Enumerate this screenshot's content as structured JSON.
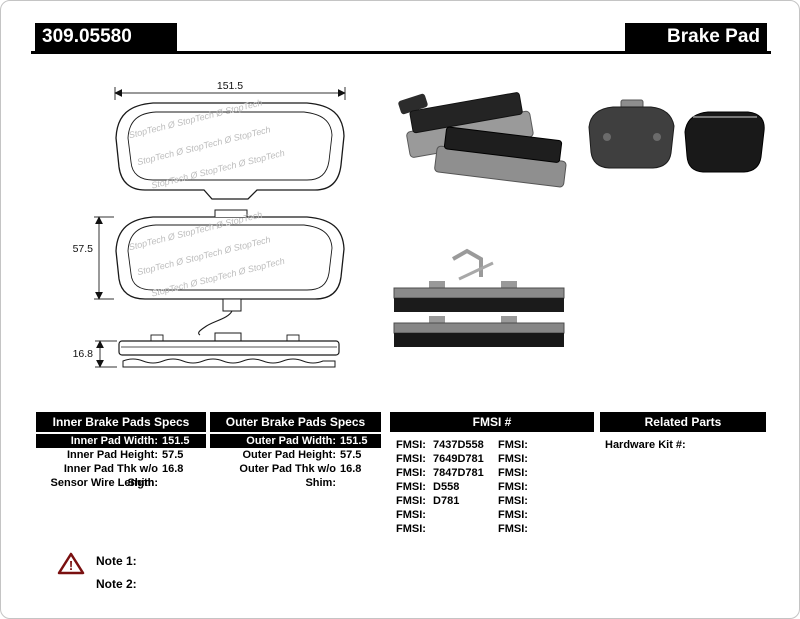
{
  "header": {
    "part_number": "309.05580",
    "product_name": "Brake Pad"
  },
  "diagram": {
    "width_dim": "151.5",
    "height_dim": "57.5",
    "thickness_dim": "16.8",
    "watermark_line": "StopTech Ø StopTech Ø StopTech"
  },
  "inner_specs": {
    "title": "Inner Brake Pads Specs",
    "rows": [
      {
        "label": "Inner Pad Width:",
        "value": "151.5"
      },
      {
        "label": "Inner Pad Height:",
        "value": "57.5"
      },
      {
        "label": "Inner Pad Thk w/o Shim:",
        "value": "16.8"
      },
      {
        "label": "Sensor Wire Length:",
        "value": ""
      }
    ]
  },
  "outer_specs": {
    "title": "Outer Brake Pads Specs",
    "rows": [
      {
        "label": "Outer Pad Width:",
        "value": "151.5"
      },
      {
        "label": "Outer Pad Height:",
        "value": "57.5"
      },
      {
        "label": "Outer Pad Thk w/o Shim:",
        "value": "16.8"
      }
    ]
  },
  "fmsi": {
    "title": "FMSI #",
    "col1": [
      {
        "label": "FMSI:",
        "value": "7437D558"
      },
      {
        "label": "FMSI:",
        "value": "7649D781"
      },
      {
        "label": "FMSI:",
        "value": "7847D781"
      },
      {
        "label": "FMSI:",
        "value": "D558"
      },
      {
        "label": "FMSI:",
        "value": "D781"
      },
      {
        "label": "FMSI:",
        "value": ""
      },
      {
        "label": "FMSI:",
        "value": ""
      }
    ],
    "col2": [
      {
        "label": "FMSI:",
        "value": ""
      },
      {
        "label": "FMSI:",
        "value": ""
      },
      {
        "label": "FMSI:",
        "value": ""
      },
      {
        "label": "FMSI:",
        "value": ""
      },
      {
        "label": "FMSI:",
        "value": ""
      },
      {
        "label": "FMSI:",
        "value": ""
      },
      {
        "label": "FMSI:",
        "value": ""
      }
    ]
  },
  "related_parts": {
    "title": "Related Parts",
    "rows": [
      {
        "label": "Hardware Kit #:",
        "value": ""
      }
    ]
  },
  "notes": {
    "note1": "Note 1:",
    "note2": "Note 2:"
  }
}
